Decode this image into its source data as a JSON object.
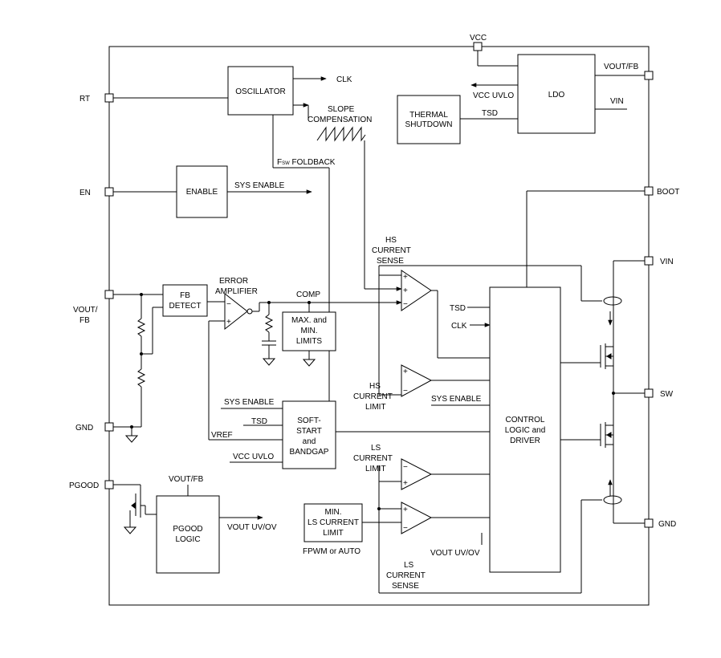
{
  "pins": {
    "vcc": "VCC",
    "rt": "RT",
    "en": "EN",
    "vout_fb_left": "VOUT/",
    "vout_fb_left_2": "FB",
    "gnd_left": "GND",
    "pgood": "PGOOD",
    "vout_fb_right": "VOUT/FB",
    "vin_right": "VIN",
    "boot": "BOOT",
    "vin_right_2": "VIN",
    "sw": "SW",
    "gnd_right": "GND"
  },
  "blocks": {
    "oscillator": "OSCILLATOR",
    "ldo": "LDO",
    "thermal_shutdown_1": "THERMAL",
    "thermal_shutdown_2": "SHUTDOWN",
    "enable": "ENABLE",
    "fb_detect_1": "FB",
    "fb_detect_2": "DETECT",
    "max_min_1": "MAX. and",
    "max_min_2": "MIN.",
    "max_min_3": "LIMITS",
    "soft_start_1": "SOFT-",
    "soft_start_2": "START",
    "soft_start_3": "and",
    "soft_start_4": "BANDGAP",
    "control_1": "CONTROL",
    "control_2": "LOGIC and",
    "control_3": "DRIVER",
    "min_ls_1": "MIN.",
    "min_ls_2": "LS CURRENT",
    "min_ls_3": "LIMIT",
    "pgood_logic_1": "PGOOD",
    "pgood_logic_2": "LOGIC"
  },
  "labels": {
    "clk": "CLK",
    "vcc_uvlo": "VCC UVLO",
    "tsd": "TSD",
    "slope_1": "SLOPE",
    "slope_2": "COMPENSATION",
    "fsw_f": "F",
    "fsw_sub": "SW",
    "fsw_rest": " FOLDBACK",
    "sys_enable": "SYS ENABLE",
    "error_amp_1": "ERROR",
    "error_amp_2": "AMPLIFIER",
    "comp": "COMP",
    "hs_sense_1": "HS",
    "hs_sense_2": "CURRENT",
    "hs_sense_3": "SENSE",
    "tsd_ctrl": "TSD",
    "clk_ctrl": "CLK",
    "hs_limit_1": "HS",
    "hs_limit_2": "CURRENT",
    "hs_limit_3": "LIMIT",
    "sys_enable_ctrl": "SYS ENABLE",
    "sys_enable_ss": "SYS ENABLE",
    "tsd_ss": "TSD",
    "vref": "VREF",
    "vcc_uvlo_ss": "VCC UVLO",
    "ls_limit_1": "LS",
    "ls_limit_2": "CURRENT",
    "ls_limit_3": "LIMIT",
    "fpwm_auto": "FPWM or AUTO",
    "vout_uv_ov_ctrl": "VOUT UV/OV",
    "ls_sense_1": "LS",
    "ls_sense_2": "CURRENT",
    "ls_sense_3": "SENSE",
    "vout_fb_pgood": "VOUT/FB",
    "vout_uv_ov": "VOUT UV/OV"
  },
  "opamp_signs": {
    "plus": "+",
    "minus": "−"
  }
}
